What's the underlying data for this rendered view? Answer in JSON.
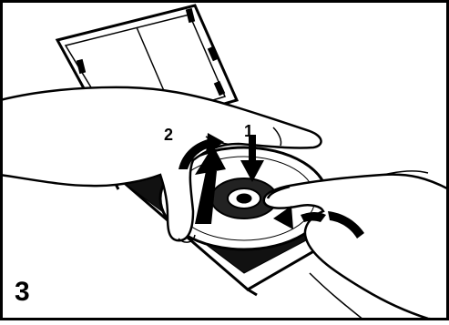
{
  "diagram": {
    "step_number": "3",
    "labels": {
      "one": "1",
      "two": "2"
    },
    "colors": {
      "ink": "#000000",
      "paper": "#ffffff"
    }
  }
}
